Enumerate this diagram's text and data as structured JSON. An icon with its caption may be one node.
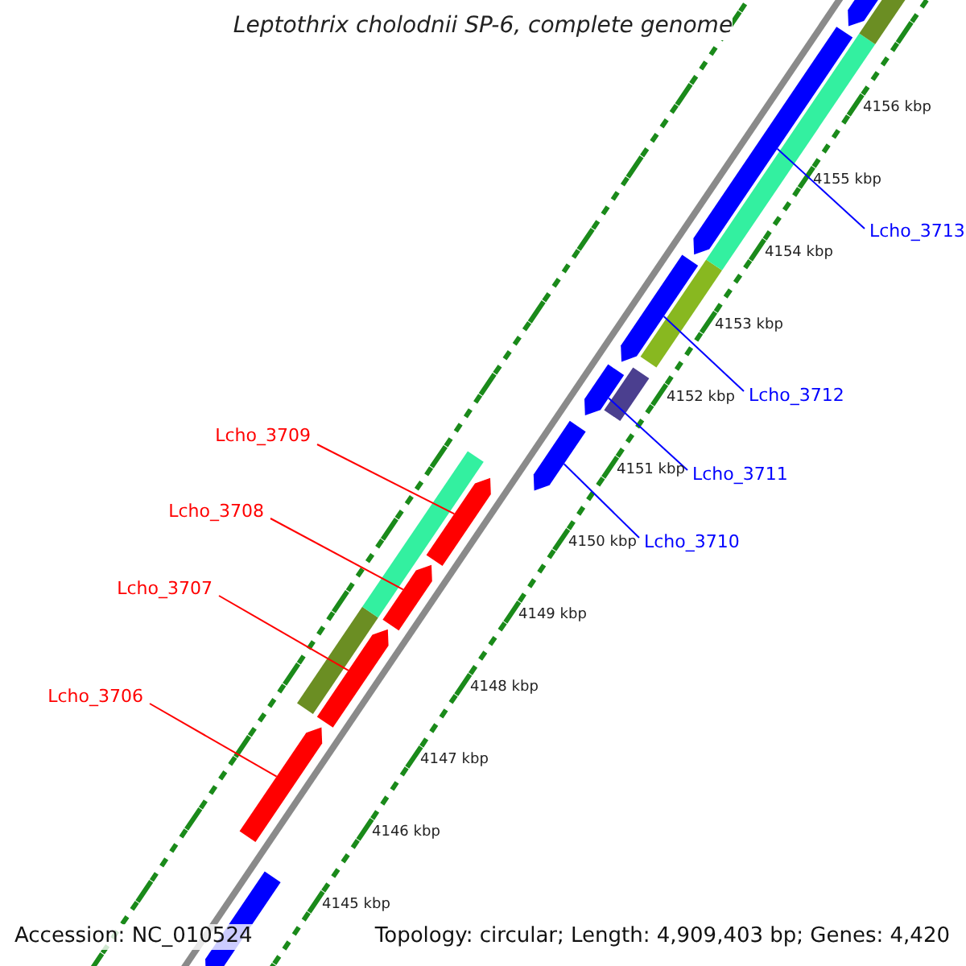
{
  "diagram": {
    "title": "Leptothrix cholodnii SP-6, complete genome",
    "nodes": [
      {
        "text": [
          "Lcho_3713"
        ]
      },
      {
        "text": [
          "Lcho_3712"
        ]
      },
      {
        "text": [
          "Lcho_3711"
        ]
      },
      {
        "text": [
          "Lcho_3709"
        ]
      },
      {
        "text": [
          "Lcho_3710"
        ]
      },
      {
        "text": [
          "Lcho_3708"
        ]
      },
      {
        "text": [
          "Lcho_3707"
        ]
      },
      {
        "text": [
          "Lcho_3706"
        ]
      },
      {
        "text": [],
        "shape": "bar"
      },
      {
        "text": [],
        "shape": "bar"
      },
      {
        "text": [],
        "shape": "bar"
      },
      {
        "text": [],
        "shape": "bar"
      },
      {
        "text": [],
        "shape": "bar"
      },
      {
        "text": [],
        "shape": "bar"
      },
      {
        "text": [],
        "shape": "bar"
      },
      {
        "text": [],
        "shape": "bar"
      },
      {
        "text": [],
        "shape": "bar"
      },
      {
        "text": [],
        "shape": "bar"
      }
    ],
    "edges": [
      {
        "from": 0,
        "to": 8,
        "arrow": "none"
      },
      {
        "from": 1,
        "to": 9,
        "arrow": "none"
      },
      {
        "from": 2,
        "to": 10,
        "arrow": "none"
      },
      {
        "from": 3,
        "to": 11,
        "arrow": "none",
        "color": "#ff0000"
      },
      {
        "from": 4,
        "to": 12,
        "arrow": "none"
      },
      {
        "from": 5,
        "to": 13,
        "arrow": "none",
        "color": "#ff0000"
      },
      {
        "from": 6,
        "to": 14,
        "arrow": "none",
        "color": "#ff0000"
      },
      {
        "from": 7,
        "to": 15,
        "arrow": "none",
        "color": "#ff0000"
      }
    ],
    "labels": [
      "4156 kbp",
      "4155 kbp",
      "4154 kbp",
      "4153 kbp",
      "4152 kbp",
      "4151 kbp",
      "4150 kbp",
      "4149 kbp",
      "4148 kbp",
      "4147 kbp",
      "4146 kbp",
      "4145 kbp",
      "Accession: NC_010524",
      "Topology: circular; Length: 4,909,403 bp; Genes: 4,420"
    ]
  }
}
